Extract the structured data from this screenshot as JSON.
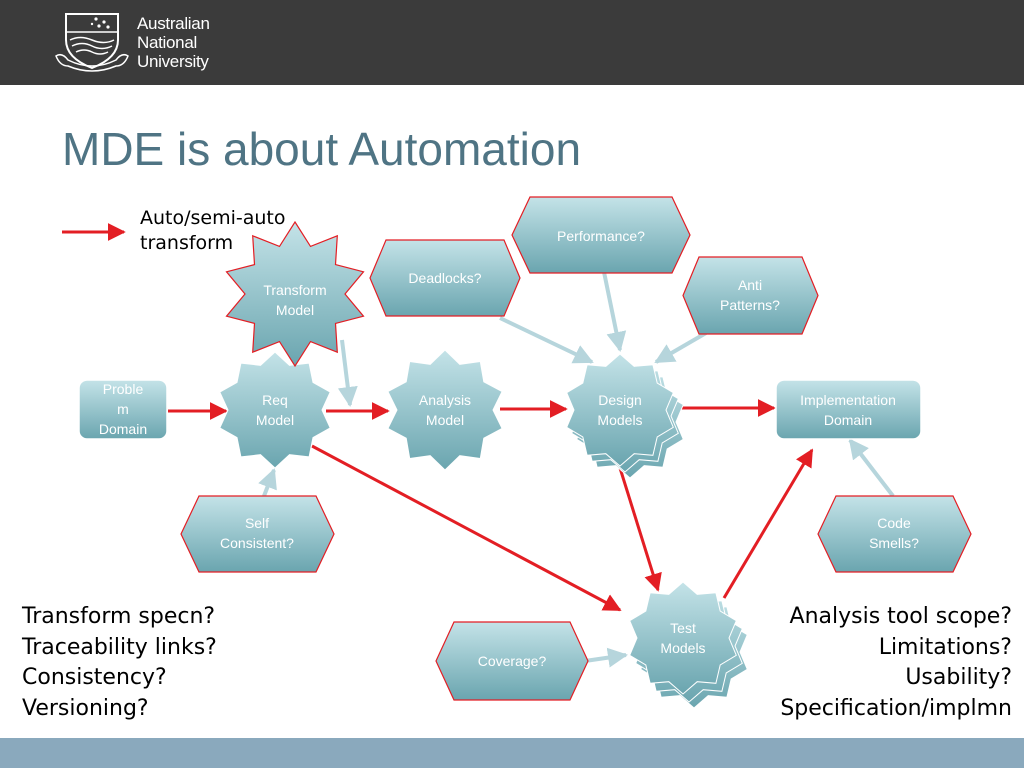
{
  "header": {
    "university_lines": [
      "Australian",
      "National",
      "University"
    ]
  },
  "slide": {
    "title": "MDE is about Automation",
    "legend": {
      "lines": [
        "Auto/semi-auto",
        "transform"
      ],
      "arrow_color": "#e31e24"
    },
    "left_notes": [
      "Transform specn?",
      "Traceability links?",
      "Consistency?",
      "Versioning?"
    ],
    "right_notes": [
      "Analysis tool scope?",
      "Limitations?",
      "Usability?",
      "Specification/implmn"
    ]
  },
  "diagram": {
    "nodes": {
      "problem_domain": [
        "Proble",
        "m",
        "Domain"
      ],
      "req_model": [
        "Req",
        "Model"
      ],
      "analysis_model": [
        "Analysis",
        "Model"
      ],
      "design_models": [
        "Design",
        "Models"
      ],
      "implementation_domain": [
        "Implementation",
        "Domain"
      ],
      "transform_model": [
        "Transform",
        "Model"
      ],
      "deadlocks": [
        "Deadlocks?"
      ],
      "performance": [
        "Performance?"
      ],
      "anti_patterns": [
        "Anti",
        "Patterns?"
      ],
      "self_consistent": [
        "Self",
        "Consistent?"
      ],
      "code_smells": [
        "Code",
        "Smells?"
      ],
      "test_models": [
        "Test",
        "Models"
      ],
      "coverage": [
        "Coverage?"
      ]
    }
  },
  "colors": {
    "header_bg": "#3b3b3b",
    "title": "#4f7484",
    "node_fill_top": "#b9dde3",
    "node_fill_bottom": "#6ea9b3",
    "red_arrow": "#e31e24",
    "light_arrow": "#b6d5dc",
    "footer_bar": "#8aa9bd"
  }
}
